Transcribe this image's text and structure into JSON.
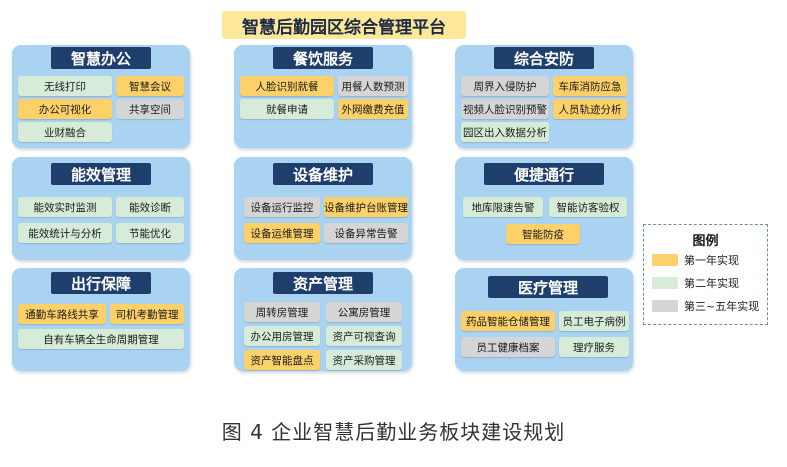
{
  "title": "智慧后勤园区综合管理平台",
  "colors": {
    "year1": "#fcd16a",
    "year2": "#d6ecd9",
    "year3to5": "#d5d5d5",
    "module_bg": "#a9d3f1",
    "header_bg": "#1e3f6b"
  },
  "modules": {
    "office": {
      "name": "智慧办公",
      "items": [
        {
          "label": "无线打印",
          "phase": "year2"
        },
        {
          "label": "智慧会议",
          "phase": "year1"
        },
        {
          "label": "办公可视化",
          "phase": "year1"
        },
        {
          "label": "共享空间",
          "phase": "year3to5"
        },
        {
          "label": "业财融合",
          "phase": "year2"
        }
      ]
    },
    "catering": {
      "name": "餐饮服务",
      "items": [
        {
          "label": "人脸识别就餐",
          "phase": "year1"
        },
        {
          "label": "用餐人数预测",
          "phase": "year3to5"
        },
        {
          "label": "就餐申请",
          "phase": "year2"
        },
        {
          "label": "外网缴费充值",
          "phase": "year1"
        }
      ]
    },
    "security": {
      "name": "综合安防",
      "items": [
        {
          "label": "周界入侵防护",
          "phase": "year3to5"
        },
        {
          "label": "车库消防应急",
          "phase": "year1"
        },
        {
          "label": "视频人脸识别预警",
          "phase": "year3to5"
        },
        {
          "label": "人员轨迹分析",
          "phase": "year1"
        },
        {
          "label": "园区出入数据分析",
          "phase": "year2"
        }
      ]
    },
    "energy": {
      "name": "能效管理",
      "items": [
        {
          "label": "能效实时监测",
          "phase": "year2"
        },
        {
          "label": "能效诊断",
          "phase": "year2"
        },
        {
          "label": "能效统计与分析",
          "phase": "year2"
        },
        {
          "label": "节能优化",
          "phase": "year2"
        }
      ]
    },
    "equipment": {
      "name": "设备维护",
      "items": [
        {
          "label": "设备运行监控",
          "phase": "year3to5"
        },
        {
          "label": "设备维护台账管理",
          "phase": "year1"
        },
        {
          "label": "设备运维管理",
          "phase": "year1"
        },
        {
          "label": "设备异常告警",
          "phase": "year3to5"
        }
      ]
    },
    "access": {
      "name": "便捷通行",
      "items": [
        {
          "label": "地库限速告警",
          "phase": "year2"
        },
        {
          "label": "智能访客验权",
          "phase": "year2"
        },
        {
          "label": "智能防疫",
          "phase": "year1"
        }
      ]
    },
    "travel": {
      "name": "出行保障",
      "items": [
        {
          "label": "通勤车路线共享",
          "phase": "year1"
        },
        {
          "label": "司机考勤管理",
          "phase": "year1"
        },
        {
          "label": "自有车辆全生命周期管理",
          "phase": "year2"
        }
      ]
    },
    "assets": {
      "name": "资产管理",
      "items": [
        {
          "label": "周转房管理",
          "phase": "year3to5"
        },
        {
          "label": "公寓房管理",
          "phase": "year3to5"
        },
        {
          "label": "办公用房管理",
          "phase": "year2"
        },
        {
          "label": "资产可视查询",
          "phase": "year2"
        },
        {
          "label": "资产智能盘点",
          "phase": "year1"
        },
        {
          "label": "资产采购管理",
          "phase": "year2"
        }
      ]
    },
    "medical": {
      "name": "医疗管理",
      "items": [
        {
          "label": "药品智能仓储管理",
          "phase": "year1"
        },
        {
          "label": "员工电子病例",
          "phase": "year2"
        },
        {
          "label": "员工健康档案",
          "phase": "year3to5"
        },
        {
          "label": "理疗服务",
          "phase": "year2"
        }
      ]
    }
  },
  "legend": {
    "title": "图例",
    "items": [
      {
        "label": "第一年实现",
        "color": "#fcd16a"
      },
      {
        "label": "第二年实现",
        "color": "#d6ecd9"
      },
      {
        "label": "第三~五年实现",
        "color": "#d5d5d5"
      }
    ]
  },
  "caption": "图 4  企业智慧后勤业务板块建设规划"
}
